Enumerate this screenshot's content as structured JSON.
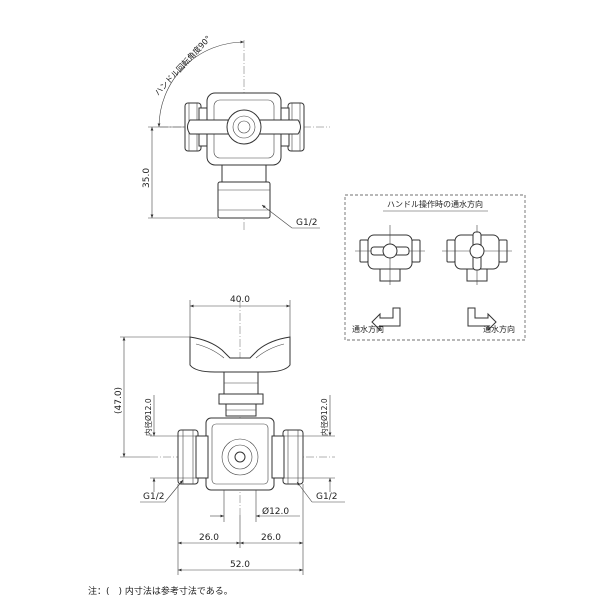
{
  "top_view": {
    "angle_label": "ハンドル回転角度90°",
    "dim_height": "35.0",
    "thread_label": "G1/2"
  },
  "inset": {
    "title": "ハンドル操作時の通水方向",
    "left_flow_label": "通水方向",
    "right_flow_label": "通水方向"
  },
  "front_view": {
    "dim_top_width": "40.0",
    "dim_height_ref": "(47.0)",
    "inner_dia_left": "内径Ø12.0",
    "inner_dia_right": "内径Ø12.0",
    "thread_left": "G1/2",
    "thread_right": "G1/2",
    "dia_bottom": "Ø12.0",
    "dim_left_half": "26.0",
    "dim_right_half": "26.0",
    "dim_total": "52.0"
  },
  "note": "注：(　) 内寸法は参考寸法である。"
}
